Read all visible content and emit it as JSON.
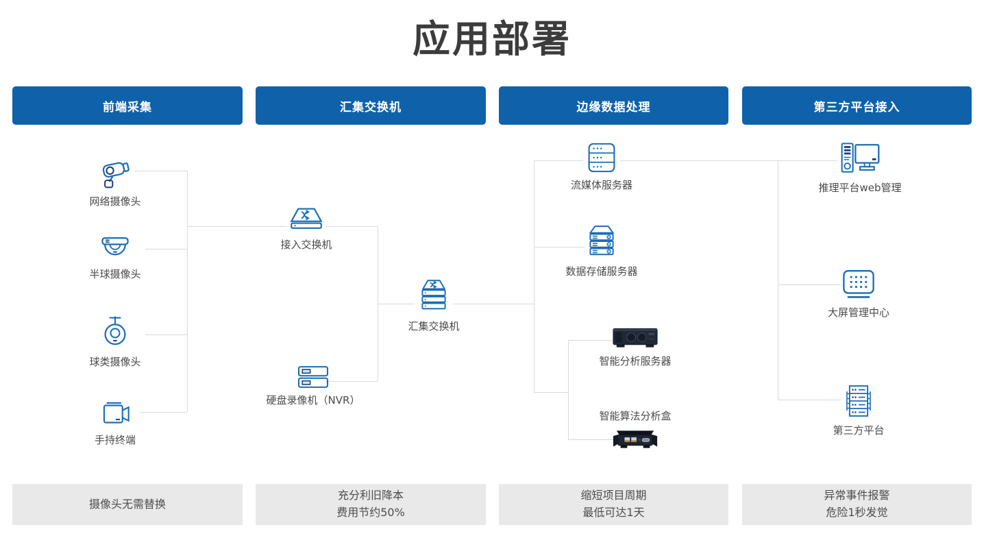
{
  "title": "应用部署",
  "columns": [
    {
      "header": "前端采集",
      "footer_line1": "摄像头无需替换",
      "footer_line2": ""
    },
    {
      "header": "汇集交换机",
      "footer_line1": "充分利旧降本",
      "footer_line2": "费用节约50%"
    },
    {
      "header": "边缘数据处理",
      "footer_line1": "缩短项目周期",
      "footer_line2": "最低可达1天"
    },
    {
      "header": "第三方平台接入",
      "footer_line1": "异常事件报警",
      "footer_line2": "危险1秒发觉"
    }
  ],
  "nodes": [
    {
      "label": "网络摄像头",
      "icon": "bullet-camera-icon"
    },
    {
      "label": "半球摄像头",
      "icon": "dome-camera-icon"
    },
    {
      "label": "球类摄像头",
      "icon": "ptz-camera-icon"
    },
    {
      "label": "手持终端",
      "icon": "handheld-terminal-icon"
    },
    {
      "label": "接入交换机",
      "icon": "access-switch-icon"
    },
    {
      "label": "汇集交换机",
      "icon": "aggregation-switch-icon"
    },
    {
      "label": "硬盘录像机（NVR）",
      "icon": "nvr-icon"
    },
    {
      "label": "流媒体服务器",
      "icon": "media-server-icon"
    },
    {
      "label": "数据存储服务器",
      "icon": "storage-server-icon"
    },
    {
      "label": "智能分析服务器",
      "icon": "analysis-server-icon"
    },
    {
      "label": "智能算法分析盒",
      "icon": "algorithm-box-icon"
    },
    {
      "label": "推理平台web管理",
      "icon": "web-management-icon"
    },
    {
      "label": "大屏管理中心",
      "icon": "big-screen-icon"
    },
    {
      "label": "第三方平台",
      "icon": "third-party-platform-icon"
    }
  ],
  "colors": {
    "header_blue": "#0f62aa",
    "icon_blue": "#1a6db6",
    "icon_dark_blue": "#1c4077",
    "connector_gray": "#d9d9d9",
    "footer_bg": "#e9e9e9",
    "title_color": "#3c3c3c",
    "label_color": "#4a4a4a"
  }
}
